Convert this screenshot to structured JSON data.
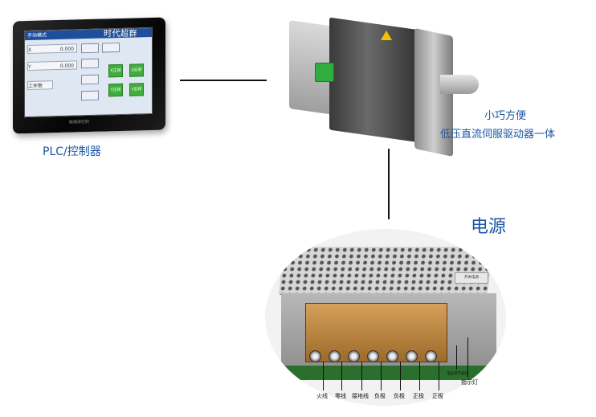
{
  "hmi": {
    "brand": "时代超群",
    "window_title": "手动模式",
    "row1_label": "X",
    "row1_value": "0.000",
    "row2_label": "Y",
    "row2_value": "0.000",
    "row3_label": "工件数",
    "green_btn_1": "X正转",
    "green_btn_2": "X反转",
    "green_btn_3": "Y正转",
    "green_btn_4": "Y反转",
    "bottom_text": "触摸屏控制"
  },
  "labels": {
    "plc": "PLC/控制器",
    "motor_line1": "小巧方便",
    "motor_line2": "低压直流伺服驱动器一体",
    "power": "电源"
  },
  "psu": {
    "label_plate": "开关电源",
    "terminals": [
      "火线",
      "零线",
      "接地线",
      "负极",
      "负极",
      "正极",
      "正极"
    ],
    "pot_label": "电压调节旋钮",
    "indicator": "指示灯"
  },
  "colors": {
    "caption_blue": "#1a55a6",
    "line": "#111111",
    "hmi_green": "#3fae3b"
  }
}
